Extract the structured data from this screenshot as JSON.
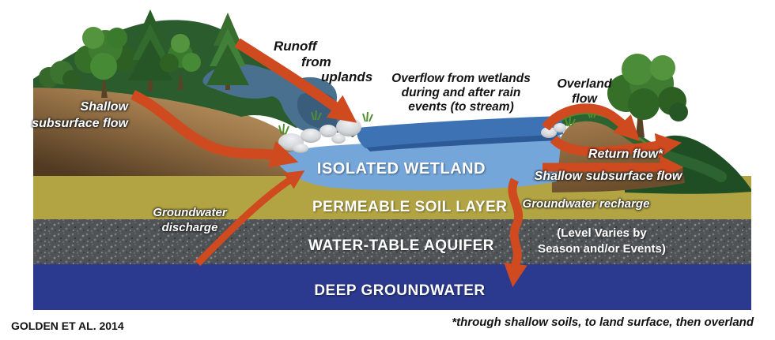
{
  "labels": {
    "runoff": [
      "Runoff",
      "from",
      "uplands"
    ],
    "shallow_left": [
      "Shallow",
      "subsurface flow"
    ],
    "overflow": [
      "Overflow from wetlands",
      "during and after rain",
      "events (to stream)"
    ],
    "overland": [
      "Overland",
      "flow"
    ],
    "return_flow": "Return flow*",
    "shallow_right": "Shallow subsurface flow",
    "gw_recharge": "Groundwater recharge",
    "gw_discharge": [
      "Groundwater",
      "discharge"
    ],
    "level_varies": [
      "(Level Varies by",
      "Season and/or Events)"
    ]
  },
  "layers": {
    "wetland": {
      "label": "ISOLATED WETLAND"
    },
    "permeable": {
      "label": "PERMEABLE SOIL LAYER"
    },
    "aquifer": {
      "label": "WATER-TABLE AQUIFER"
    },
    "deep": {
      "label": "DEEP GROUNDWATER"
    }
  },
  "footer": {
    "credit": "GOLDEN ET AL. 2014",
    "footnote": "*through shallow soils, to land surface, then overland"
  },
  "colors": {
    "arrow": "#cf4a1f",
    "wetland_surface": "#3d73b5",
    "wetland_body": "#74a6da",
    "permeable_soil": "#b3a443",
    "aquifer_gray": "#4f5356",
    "deep_groundwater": "#2b3a8e",
    "hill_green": "#2b5c2d"
  }
}
